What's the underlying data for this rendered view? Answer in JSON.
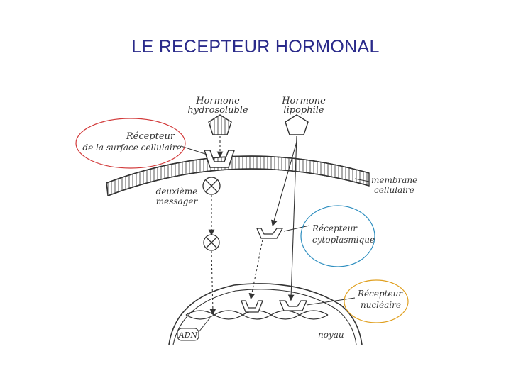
{
  "title": "LE RECEPTEUR HORMONAL",
  "labels": {
    "hormone_hydro_line1": "Hormone",
    "hormone_hydro_line2": "hydrosoluble",
    "hormone_lipo_line1": "Hormone",
    "hormone_lipo_line2": "lipophile",
    "surface_receptor_line1": "Récepteur",
    "surface_receptor_line2": "de la surface cellulaire",
    "membrane_line1": "membrane",
    "membrane_line2": "cellulaire",
    "second_messenger_line1": "deuxième",
    "second_messenger_line2": "messager",
    "cyto_receptor_line1": "Récepteur",
    "cyto_receptor_line2": "cytoplasmique",
    "nuclear_receptor_line1": "Récepteur",
    "nuclear_receptor_line2": "nucléaire",
    "adn": "ADN",
    "noyau": "noyau"
  },
  "colors": {
    "title": "#2a2a8a",
    "surface_circle": "#d23a3a",
    "cyto_circle": "#2f8fc0",
    "nuclear_circle": "#e0a020",
    "ink": "#333333"
  }
}
